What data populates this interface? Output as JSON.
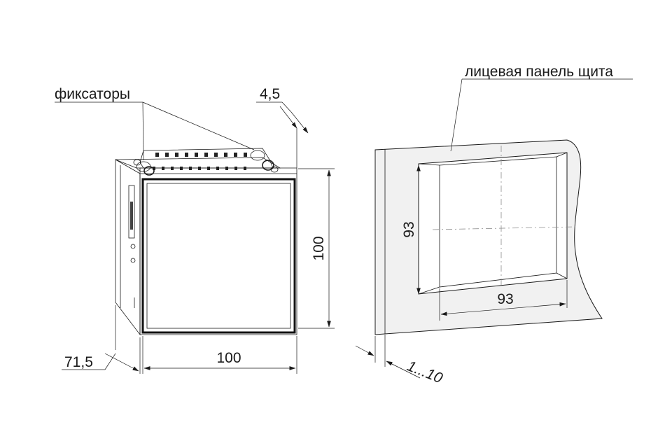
{
  "labels": {
    "latches": "фиксаторы",
    "panel_face": "лицевая панель щита"
  },
  "dimensions": {
    "thickness": "4,5",
    "height": "100",
    "width": "100",
    "depth": "71,5",
    "cutout_height": "93",
    "cutout_width": "93",
    "panel_range": "1...10"
  }
}
